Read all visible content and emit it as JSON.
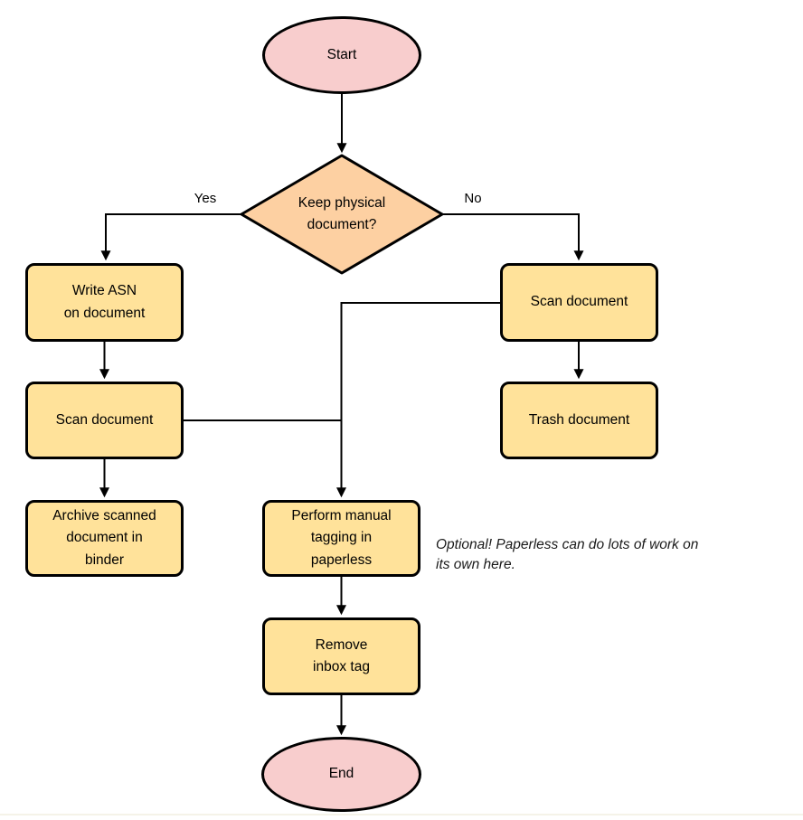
{
  "diagram": {
    "type": "flowchart",
    "nodes": {
      "start": {
        "label": "Start",
        "shape": "ellipse"
      },
      "decision": {
        "label": "Keep physical\ndocument?",
        "shape": "diamond"
      },
      "write_asn": {
        "label": "Write ASN\non document",
        "shape": "rect"
      },
      "scan_left": {
        "label": "Scan document",
        "shape": "rect"
      },
      "archive": {
        "label": "Archive scanned\ndocument in\nbinder",
        "shape": "rect"
      },
      "scan_right": {
        "label": "Scan document",
        "shape": "rect"
      },
      "trash": {
        "label": "Trash document",
        "shape": "rect"
      },
      "tagging": {
        "label": "Perform manual\ntagging in\npaperless",
        "shape": "rect"
      },
      "remove_inbox": {
        "label": "Remove\ninbox tag",
        "shape": "rect"
      },
      "end": {
        "label": "End",
        "shape": "ellipse"
      }
    },
    "edge_labels": {
      "yes": "Yes",
      "no": "No"
    },
    "note": "Optional! Paperless can do lots of work on\nits own here.",
    "colors": {
      "terminator_fill": "#f8cdcd",
      "decision_fill": "#fdd0a2",
      "process_fill": "#ffe29a",
      "stroke": "#000000",
      "note_text": "#1a1a1a"
    }
  }
}
